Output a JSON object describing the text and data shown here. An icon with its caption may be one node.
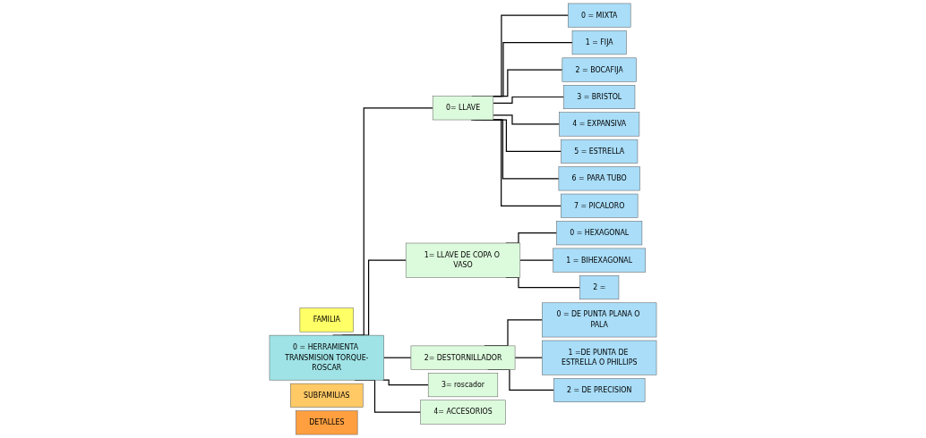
{
  "diagram": {
    "nodes": [
      {
        "text": [
          "FAMILIA"
        ]
      },
      {
        "text": [
          "0 = HERRAMIENTA TRANSMISION TORQUE-ROSCAR"
        ]
      },
      {
        "text": [
          "SUBFAMILIAS"
        ]
      },
      {
        "text": [
          "0= LLAVE"
        ]
      },
      {
        "text": [
          "1= LLAVE DE COPA O VASO"
        ]
      },
      {
        "text": [
          "2= DESTORNILLADOR"
        ]
      },
      {
        "text": [
          "3= roscador"
        ]
      },
      {
        "text": [
          "4= ACCESORIOS"
        ]
      },
      {
        "text": [
          "DETALLES"
        ]
      },
      {
        "text": [
          "0 = MIXTA"
        ]
      },
      {
        "text": [
          "1 = FIJA"
        ]
      },
      {
        "text": [
          "2 = BOCAFIJA"
        ]
      },
      {
        "text": [
          "3 = BRISTOL"
        ]
      },
      {
        "text": [
          "4 = EXPANSIVA"
        ]
      },
      {
        "text": [
          "5 = ESTRELLA"
        ]
      },
      {
        "text": [
          "6 = PARA TUBO"
        ]
      },
      {
        "text": [
          "7 = PICALORO"
        ]
      },
      {
        "text": [
          "0 = HEXAGONAL"
        ]
      },
      {
        "text": [
          "1 = BIHEXAGONAL"
        ]
      },
      {
        "text": [
          "2 ="
        ]
      },
      {
        "text": [
          "0 = DE PUNTA PLANA O PALA"
        ]
      },
      {
        "text": [
          "1 =DE PUNTA DE ESTRELLA O PHILLIPS"
        ]
      },
      {
        "text": [
          "2 = DE PRECISION"
        ]
      }
    ],
    "edges": [
      {
        "from": 1,
        "to": 3,
        "arrow": "none"
      },
      {
        "from": 1,
        "to": 4,
        "arrow": "none"
      },
      {
        "from": 1,
        "to": 5,
        "arrow": "none"
      },
      {
        "from": 1,
        "to": 6,
        "arrow": "none"
      },
      {
        "from": 1,
        "to": 7,
        "arrow": "none"
      },
      {
        "from": 3,
        "to": 9,
        "arrow": "none"
      },
      {
        "from": 3,
        "to": 10,
        "arrow": "none"
      },
      {
        "from": 3,
        "to": 11,
        "arrow": "none"
      },
      {
        "from": 3,
        "to": 12,
        "arrow": "none"
      },
      {
        "from": 3,
        "to": 13,
        "arrow": "none"
      },
      {
        "from": 3,
        "to": 14,
        "arrow": "none"
      },
      {
        "from": 3,
        "to": 15,
        "arrow": "none"
      },
      {
        "from": 3,
        "to": 16,
        "arrow": "none"
      },
      {
        "from": 4,
        "to": 17,
        "arrow": "none"
      },
      {
        "from": 4,
        "to": 18,
        "arrow": "none"
      },
      {
        "from": 4,
        "to": 19,
        "arrow": "none"
      },
      {
        "from": 5,
        "to": 20,
        "arrow": "none"
      },
      {
        "from": 5,
        "to": 21,
        "arrow": "none"
      },
      {
        "from": 5,
        "to": 22,
        "arrow": "none"
      }
    ]
  }
}
